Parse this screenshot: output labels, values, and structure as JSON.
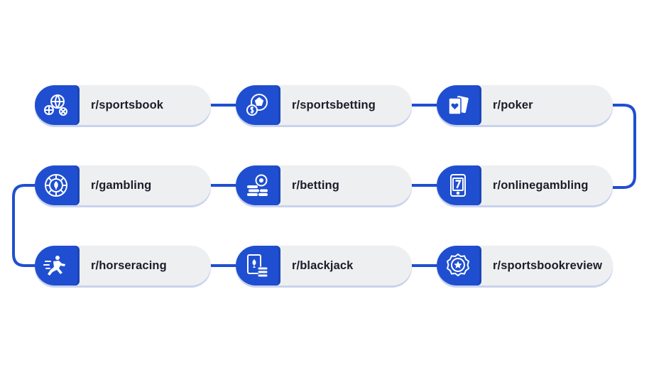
{
  "colors": {
    "accent": "#1f4fd0",
    "connector": "#1f4fd0",
    "node_bg": "#eeeff1",
    "text": "#1b1d29"
  },
  "rows": [
    [
      {
        "label": "r/sportsbook",
        "icon": "sports-balls-icon"
      },
      {
        "label": "r/sportsbetting",
        "icon": "soccer-ball-coin-icon"
      },
      {
        "label": "r/poker",
        "icon": "playing-cards-icon"
      }
    ],
    [
      {
        "label": "r/gambling",
        "icon": "roulette-chip-icon"
      },
      {
        "label": "r/betting",
        "icon": "chip-stack-icon"
      },
      {
        "label": "r/onlinegambling",
        "icon": "mobile-slot-icon"
      }
    ],
    [
      {
        "label": "r/horseracing",
        "icon": "horse-racing-icon"
      },
      {
        "label": "r/blackjack",
        "icon": "blackjack-card-chips-icon"
      },
      {
        "label": "r/sportsbookreview",
        "icon": "star-badge-icon"
      }
    ]
  ]
}
